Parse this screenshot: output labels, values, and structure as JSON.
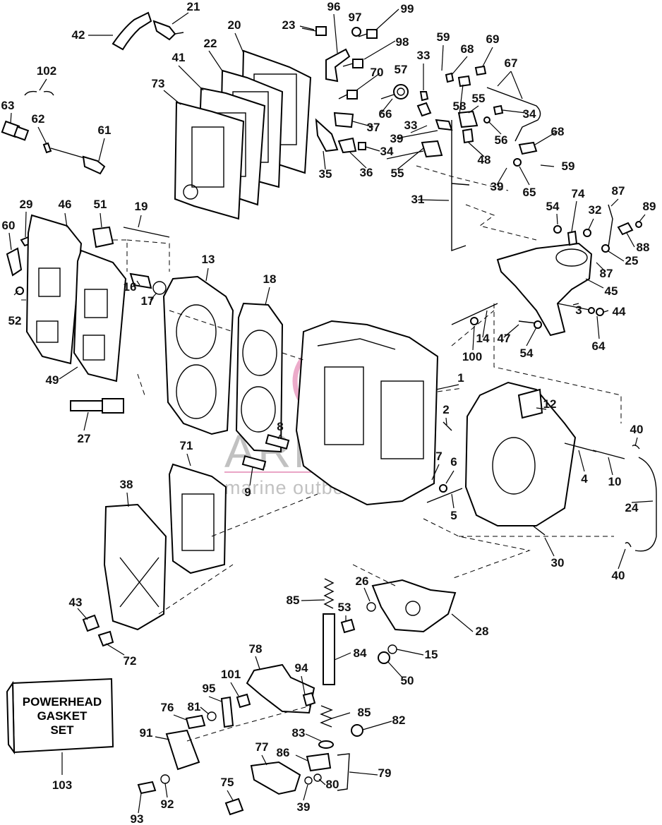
{
  "title": "",
  "kit": {
    "lines": [
      "POWERHEAD",
      "GASKET",
      "SET"
    ],
    "number": "103"
  },
  "watermark": {
    "brand": "ARMADA",
    "tagline": "marine outboards",
    "logo_color": "#e58fb8"
  },
  "callouts": [
    "1",
    "2",
    "3",
    "4",
    "5",
    "6",
    "7",
    "8",
    "9",
    "10",
    "12",
    "13",
    "14",
    "15",
    "16",
    "17",
    "18",
    "19",
    "20",
    "21",
    "22",
    "23",
    "24",
    "25",
    "26",
    "27",
    "28",
    "29",
    "30",
    "31",
    "32",
    "33",
    "33",
    "34",
    "34",
    "35",
    "36",
    "37",
    "38",
    "39",
    "39",
    "39",
    "40",
    "40",
    "41",
    "42",
    "43",
    "44",
    "45",
    "46",
    "47",
    "48",
    "49",
    "50",
    "51",
    "52",
    "53",
    "54",
    "54",
    "55",
    "55",
    "56",
    "57",
    "58",
    "59",
    "59",
    "60",
    "61",
    "62",
    "63",
    "64",
    "65",
    "66",
    "67",
    "68",
    "68",
    "69",
    "70",
    "71",
    "72",
    "73",
    "74",
    "75",
    "76",
    "77",
    "78",
    "79",
    "80",
    "81",
    "82",
    "83",
    "84",
    "85",
    "85",
    "86",
    "87",
    "87",
    "88",
    "89",
    "91",
    "92",
    "93",
    "94",
    "95",
    "96",
    "97",
    "98",
    "99",
    "100",
    "101",
    "102"
  ]
}
